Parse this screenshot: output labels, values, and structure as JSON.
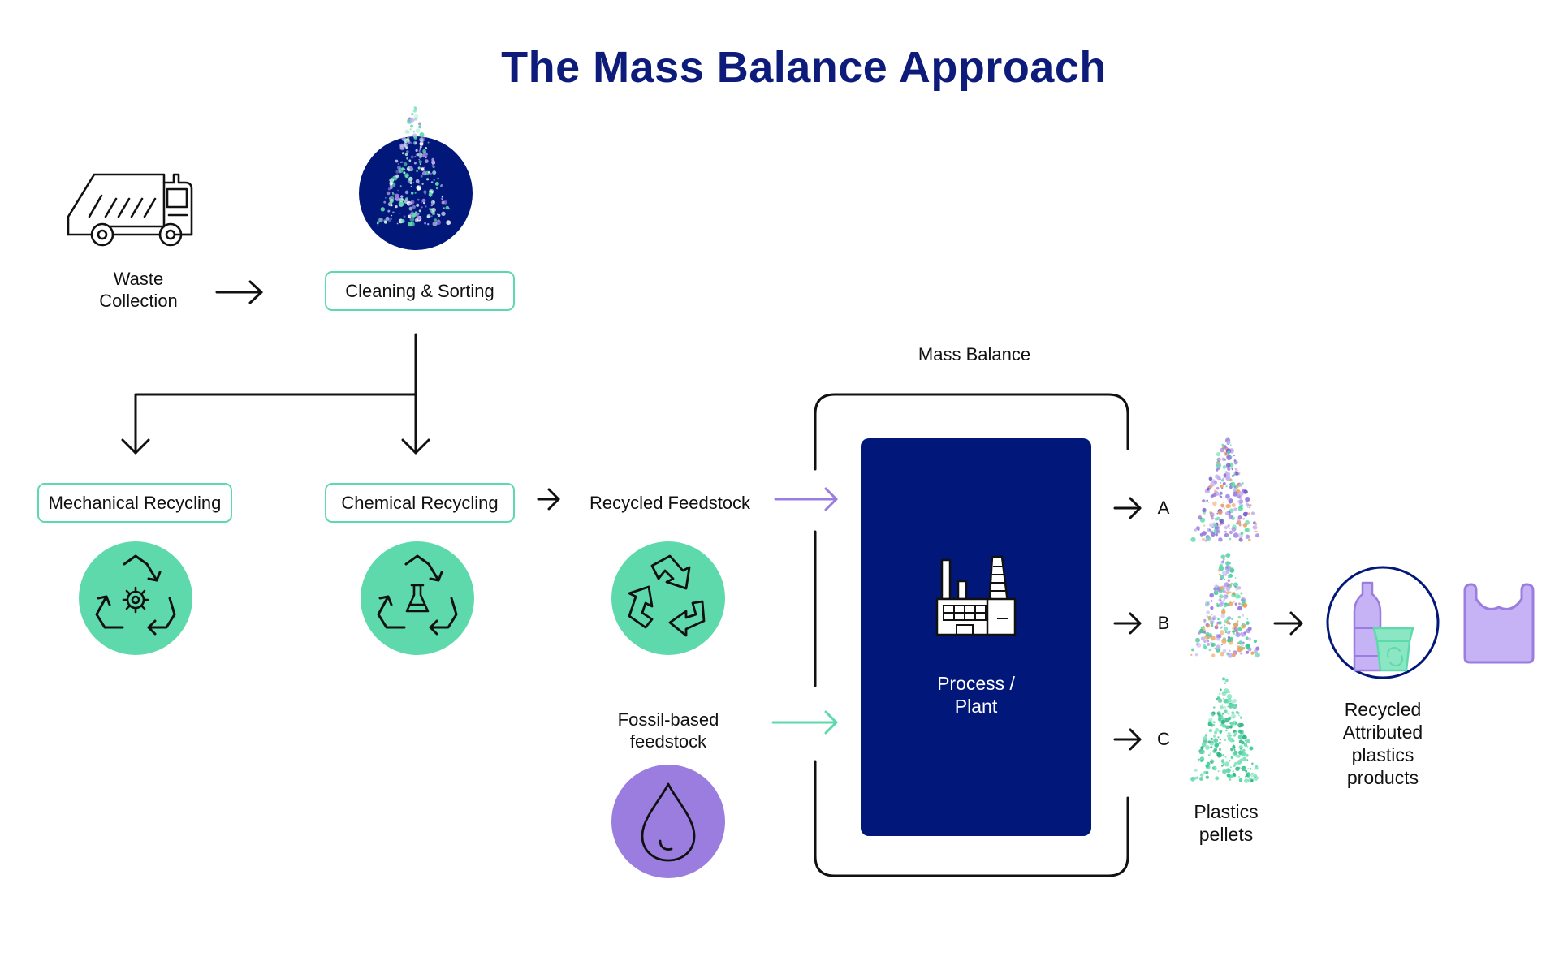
{
  "title": "The Mass Balance Approach",
  "nodes": {
    "waste_collection": "Waste\nCollection",
    "cleaning_sorting": "Cleaning & Sorting",
    "mechanical_recycling": "Mechanical Recycling",
    "chemical_recycling": "Chemical Recycling",
    "recycled_feedstock": "Recycled Feedstock",
    "fossil_feedstock": "Fossil-based\nfeedstock",
    "mass_balance": "Mass Balance",
    "process_plant": "Process /\nPlant",
    "outputs": [
      "A",
      "B",
      "C"
    ],
    "plastics_pellets": "Plastics\npellets",
    "recycled_products": "Recycled\nAttributed\nplastics\nproducts"
  },
  "icons": {
    "truck": "garbage-truck-icon",
    "sorting": "particle-sphere-icon",
    "mechanical": "recycle-gear-icon",
    "chemical": "recycle-flask-icon",
    "feedstock": "recycle-arrows-icon",
    "fossil": "oil-drop-icon",
    "factory": "factory-icon",
    "products": "bottle-cup-icon",
    "bag": "plastic-bag-icon"
  },
  "colors": {
    "navy": "#01177a",
    "title": "#0d1b7a",
    "mint": "#5ed9ab",
    "purple": "#9b7de0",
    "lavender": "#c5b3f5"
  }
}
